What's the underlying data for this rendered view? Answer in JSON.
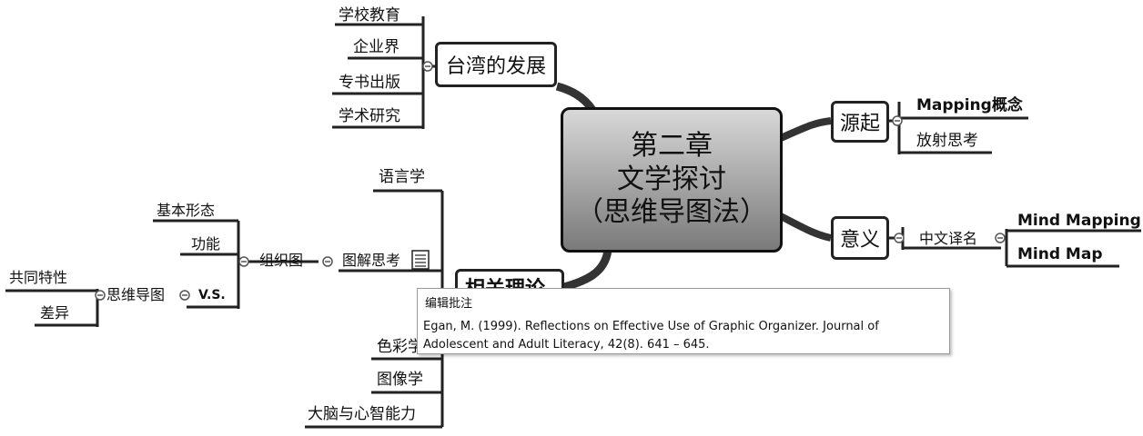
{
  "central": {
    "line1": "第二章",
    "line2": "文学探讨",
    "line3": "（思维导图法）"
  },
  "branches": {
    "taiwan": {
      "label": "台湾的发展",
      "items": [
        "学校教育",
        "企业界",
        "专书出版",
        "学术研究"
      ]
    },
    "origin": {
      "label": "源起",
      "items": [
        "Mapping概念",
        "放射思考"
      ]
    },
    "meaning": {
      "label": "意义",
      "sub": "中文译名",
      "items": [
        "Mind Mapping",
        "Mind Map"
      ]
    },
    "theory": {
      "label_partial": "相关理论",
      "items": [
        "语言学",
        "色彩学",
        "图像学",
        "大脑与心智能力"
      ],
      "graphic": {
        "label": "图解思考",
        "org": {
          "label": "组织图",
          "items": [
            "基本形态",
            "功能"
          ],
          "vs": {
            "label": "V.S.",
            "mm": {
              "label": "思维导图",
              "items": [
                "共同特性",
                "差异"
              ]
            }
          }
        }
      }
    }
  },
  "tooltip": {
    "title": "编辑批注",
    "text": "Egan, M. (1999). Reflections on Effective Use of Graphic Organizer. Journal of Adolescent and Adult Literacy, 42(8). 641 – 645."
  }
}
